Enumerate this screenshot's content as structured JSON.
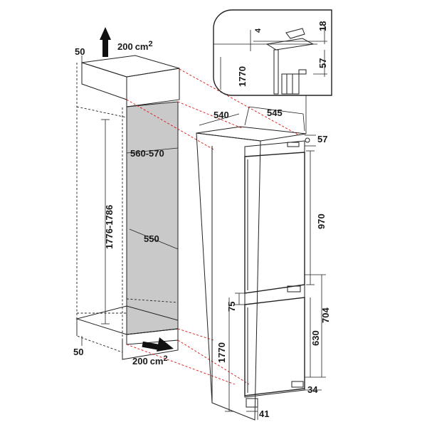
{
  "colors": {
    "line": "#222222",
    "guide": "#dd1111",
    "cavity": "#c9c9c9",
    "panel": "#ffffff"
  },
  "icons": {
    "airflow_out": "arrow-up-icon",
    "airflow_in": "arrow-right-icon"
  },
  "niche": {
    "top_gap": "50",
    "top_vent": "200",
    "top_vent_unit": "cm",
    "top_vent_sup": "2",
    "width": "560-570",
    "depth": "550",
    "height": "1776-1786",
    "bottom_gap": "50",
    "bottom_vent": "200",
    "bottom_vent_unit": "cm",
    "bottom_vent_sup": "2"
  },
  "detail": {
    "gap_top": "4",
    "hinge_height": "18",
    "offset": "57",
    "height": "1770"
  },
  "appliance": {
    "depth": "540",
    "width": "545",
    "top_offset": "57",
    "door_upper": "970",
    "gap": "75",
    "door_lower": "630",
    "lower_total": "704",
    "height": "1770",
    "plinth": "34",
    "foot": "41"
  }
}
